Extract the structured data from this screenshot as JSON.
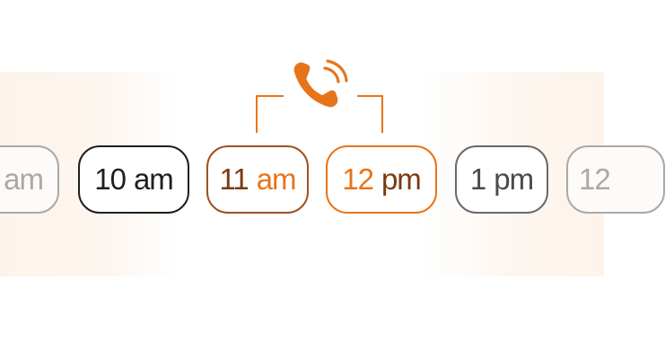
{
  "slots": [
    {
      "num": "",
      "suffix": "am"
    },
    {
      "num": "10",
      "suffix": "am"
    },
    {
      "num": "11",
      "suffix": "am"
    },
    {
      "num": "12",
      "suffix": "pm"
    },
    {
      "num": "1",
      "suffix": "pm"
    },
    {
      "num": "12",
      "suffix": ""
    }
  ],
  "icons": {
    "call": "phone-call-icon"
  },
  "colors": {
    "accent": "#e8741a",
    "accent_dark": "#7a3a10",
    "text": "#1f1f1f",
    "faded": "#a9a9a9"
  }
}
